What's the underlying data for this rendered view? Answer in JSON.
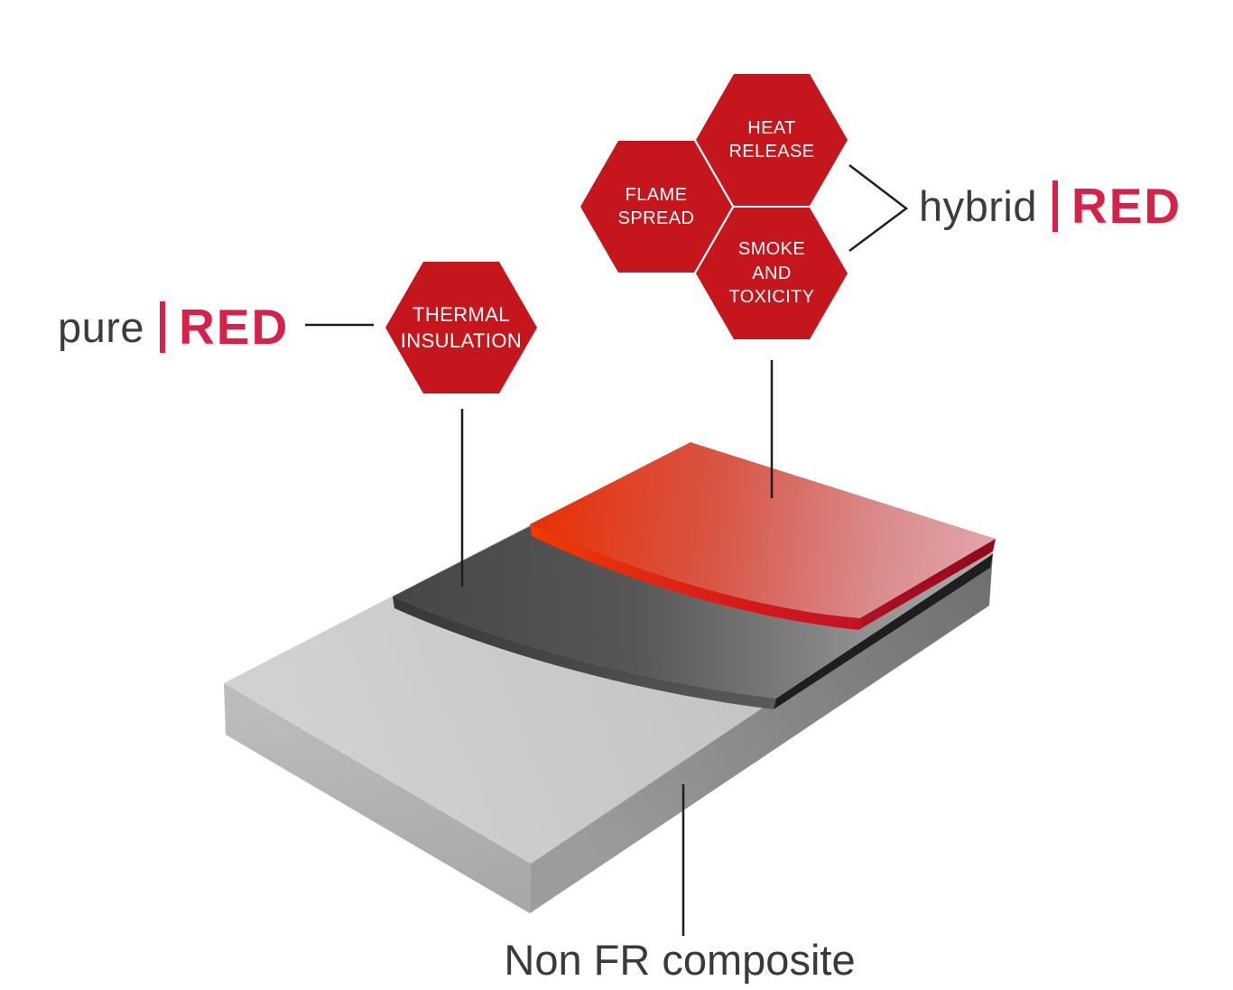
{
  "brand_labels": {
    "pure": {
      "prefix": "pure",
      "name": "RED"
    },
    "hybrid": {
      "prefix": "hybrid",
      "name": "RED"
    }
  },
  "hexagons": [
    {
      "id": "heat-release",
      "lines": [
        "HEAT",
        "RELEASE"
      ]
    },
    {
      "id": "flame-spread",
      "lines": [
        "FLAME",
        "SPREAD"
      ]
    },
    {
      "id": "smoke-and-toxicity",
      "lines": [
        "SMOKE",
        "AND",
        "TOXICITY"
      ]
    },
    {
      "id": "thermal-insulation",
      "lines": [
        "THERMAL",
        "INSULATION"
      ]
    }
  ],
  "base_label": "Non FR composite",
  "colors": {
    "background": "#ffffff",
    "hexagon_red": "#c4161c",
    "hexagon_text": "#ffffff",
    "brand_pink": "#d6224a",
    "prefix_text": "#3c3c40",
    "caption_text": "#3a3a3a",
    "callout_line": "#1f1f23",
    "layer_red_left": "#e73209",
    "layer_red_right": "#e3a8b0",
    "layer_red_edge": "#c31126",
    "layer_red_side": "#a50e20",
    "layer_dark_left": "#464646",
    "layer_dark_right": "#afafaf",
    "layer_dark_side": "#1e1e1e",
    "layer_base_top": "#cfcfcf",
    "layer_base_left_side": "#b2b2b2",
    "layer_base_right_side": "#8a8a8a"
  }
}
